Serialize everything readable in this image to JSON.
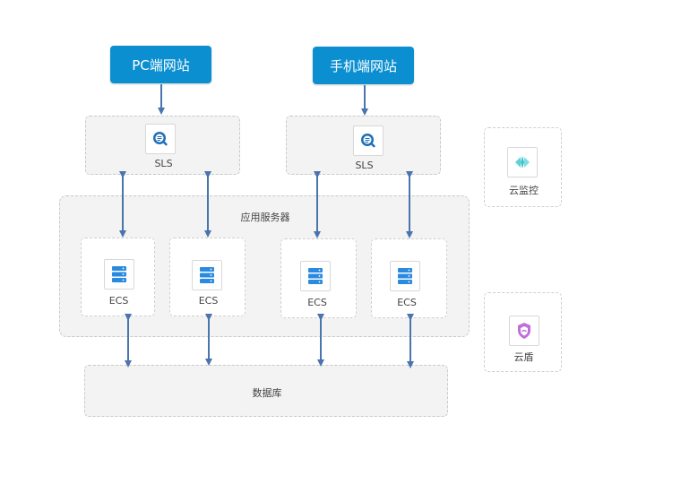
{
  "clients": {
    "pc": "PC端网站",
    "mobile": "手机端网站"
  },
  "sls": {
    "left_label": "SLS",
    "right_label": "SLS"
  },
  "app_group": {
    "title": "应用服务器",
    "ecs_labels": [
      "ECS",
      "ECS",
      "ECS",
      "ECS"
    ]
  },
  "database": {
    "label": "数据库"
  },
  "side_services": {
    "monitor_label": "云监控",
    "shield_label": "云盾"
  },
  "icons": {
    "sls": "sls-search-icon",
    "ecs": "server-icon",
    "monitor": "cloud-monitor-icon",
    "shield": "cloud-shield-icon"
  },
  "colors": {
    "client_blue": "#0b8fd0",
    "arrow_blue": "#4a74ad",
    "ecs_blue": "#2a8ae0",
    "monitor_teal": "#5fd1d8",
    "shield_purple": "#c06fd8"
  }
}
